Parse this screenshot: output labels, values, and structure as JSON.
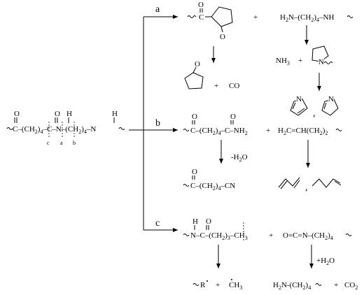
{
  "branches": {
    "a": "a",
    "b": "b",
    "c": "c"
  },
  "polyamide": {
    "o1": "O",
    "o2": "O",
    "h1": "H",
    "h2": "H",
    "chain1": "C–(CH",
    "sub1": "2",
    "chain1b": ")",
    "sub1b": "4",
    "chain1c": "–C–N–(CH",
    "sub2": "2",
    "chain2b": ")",
    "sub2b": "4",
    "chain2c": "–N",
    "bond_c": "c",
    "bond_a": "a",
    "bond_b": "b"
  },
  "path_a": {
    "ketone_o": "O",
    "ring_o": "O",
    "ketone_c": "C",
    "plus1": "+",
    "diamine": "H₂N–(CH₂)₄–NH",
    "cyclopentanone_o": "O",
    "plus2": "+",
    "co": "CO",
    "nh3": "NH₃",
    "plus3": "+",
    "n_pyrrolidine": "N",
    "n_pyrrole": "N",
    "n_pyrroline": "N",
    "comma": ","
  },
  "path_b": {
    "o1": "O",
    "o2": "O",
    "amide": "C–(CH₂)₄–C–NH₂",
    "plus": "+",
    "alkene": "H₂C=CH(CH₂)₂",
    "water_loss": "-H₂O",
    "nitrile_o": "O",
    "nitrile": "C–(CH₂)₄–CN",
    "comma": ","
  },
  "path_c": {
    "h": "H",
    "o": "O",
    "amide": "N–C–(CH₂)₃–CH₃",
    "plus": "+",
    "isocyanate": "O=C=N–(CH₂)₄",
    "add_water": "+H₂O",
    "radical_r": "R",
    "plus2": "+",
    "methyl": "CH₃",
    "amine": "H₂N–(CH₂)₄",
    "plus3": "+",
    "co2": "CO₂"
  }
}
